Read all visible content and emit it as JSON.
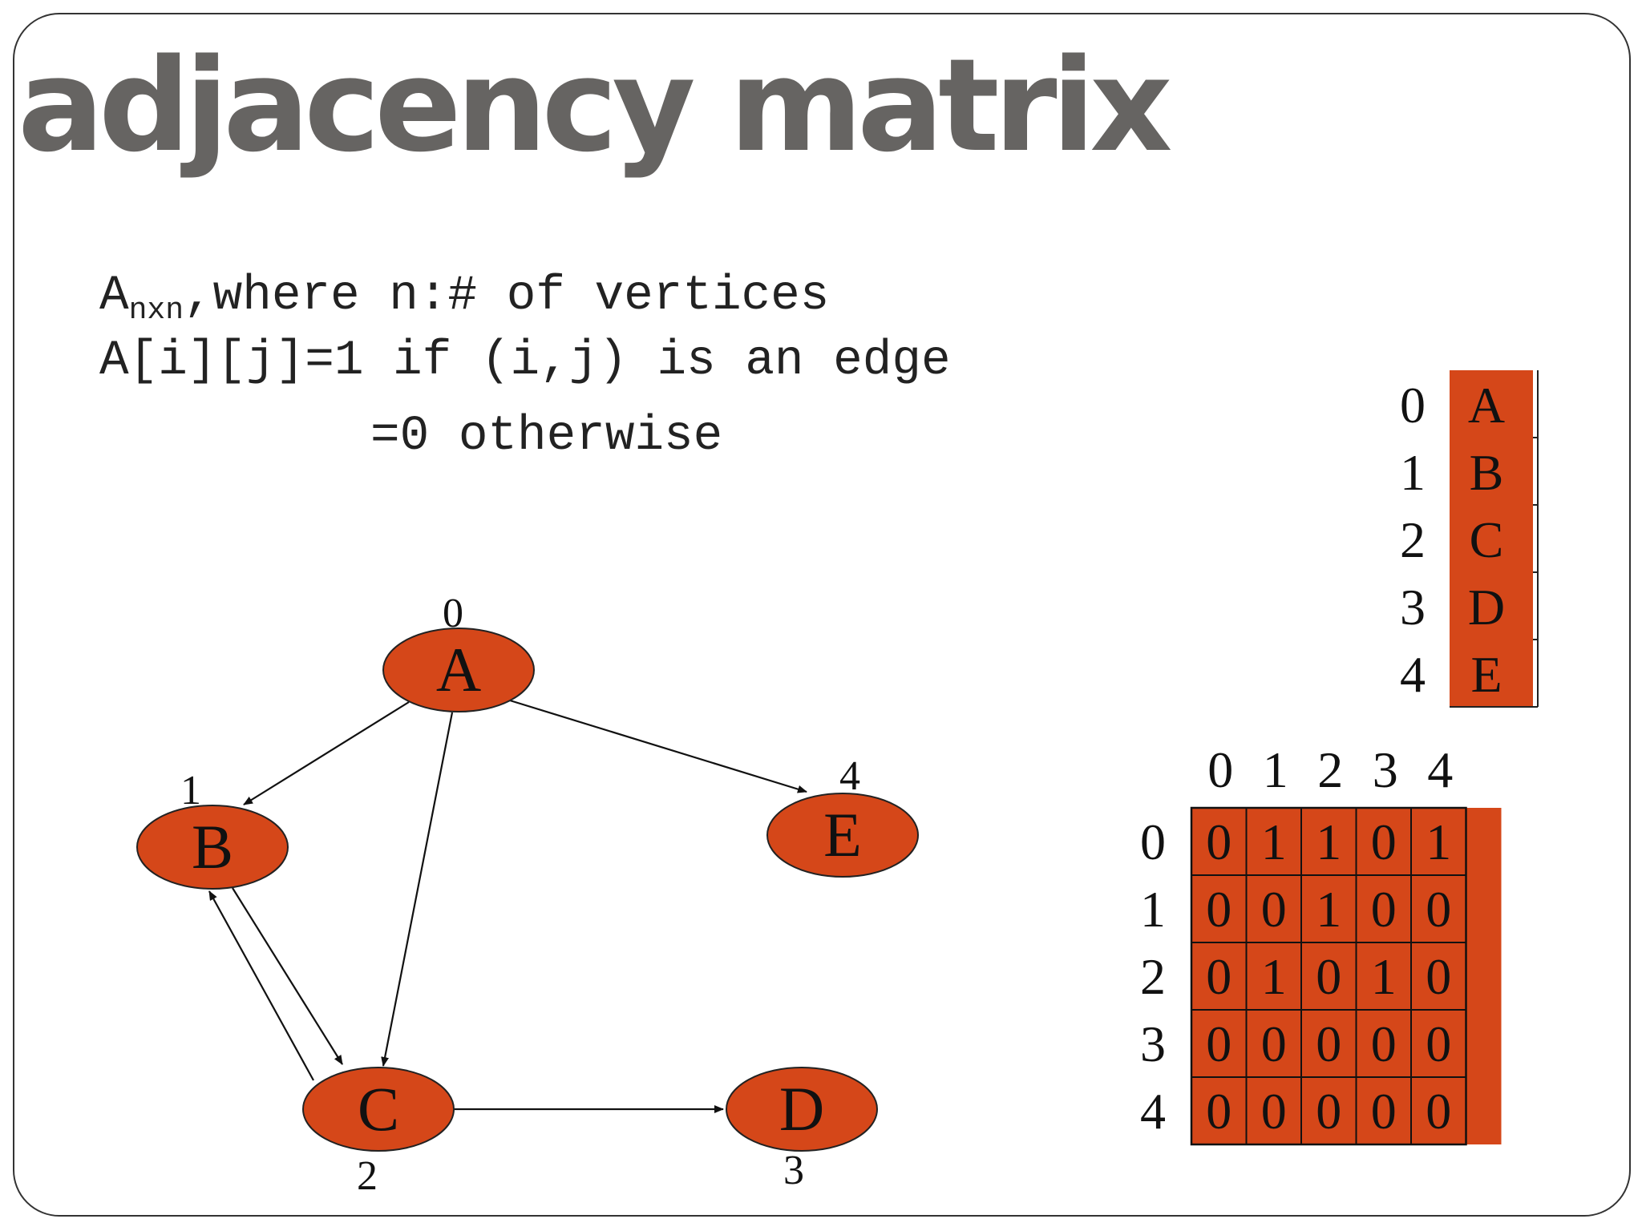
{
  "title": "adjacency matrix",
  "definition": {
    "line1_main": "A",
    "line1_sub": "nxn",
    "line1_rest": ",where n:# of vertices",
    "line2": "A[i][j]=1 if (i,j) is an edge",
    "line3": "=0 otherwise"
  },
  "colors": {
    "node_fill": "#d54719",
    "node_stroke": "#222222",
    "title": "#666462",
    "edge": "#111111"
  },
  "graph": {
    "nodes": [
      {
        "id": "A",
        "index": "0"
      },
      {
        "id": "B",
        "index": "1"
      },
      {
        "id": "C",
        "index": "2"
      },
      {
        "id": "D",
        "index": "3"
      },
      {
        "id": "E",
        "index": "4"
      }
    ],
    "edges": [
      {
        "from": "A",
        "to": "B"
      },
      {
        "from": "A",
        "to": "C"
      },
      {
        "from": "A",
        "to": "E"
      },
      {
        "from": "B",
        "to": "C"
      },
      {
        "from": "C",
        "to": "B"
      },
      {
        "from": "C",
        "to": "D"
      }
    ]
  },
  "vertex_array": {
    "indices": [
      "0",
      "1",
      "2",
      "3",
      "4"
    ],
    "values": [
      "A",
      "B",
      "C",
      "D",
      "E"
    ]
  },
  "matrix": {
    "col_headers": [
      "0",
      "1",
      "2",
      "3",
      "4"
    ],
    "row_headers": [
      "0",
      "1",
      "2",
      "3",
      "4"
    ],
    "rows": [
      [
        "0",
        "1",
        "1",
        "0",
        "1"
      ],
      [
        "0",
        "0",
        "1",
        "0",
        "0"
      ],
      [
        "0",
        "1",
        "0",
        "1",
        "0"
      ],
      [
        "0",
        "0",
        "0",
        "0",
        "0"
      ],
      [
        "0",
        "0",
        "0",
        "0",
        "0"
      ]
    ]
  }
}
